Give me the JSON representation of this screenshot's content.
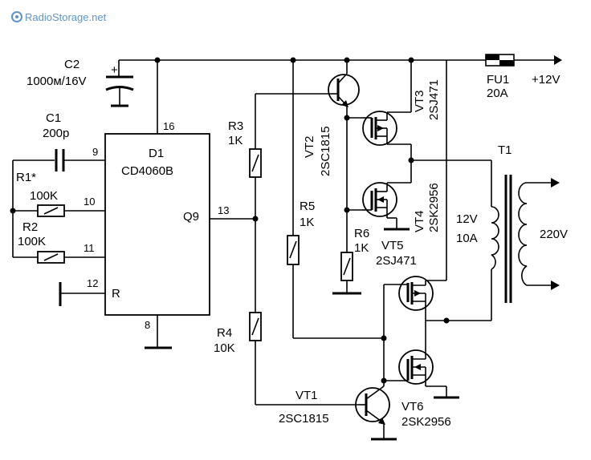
{
  "watermark": {
    "text": "RadioStorage.net",
    "color": "#5f95c6"
  },
  "colors": {
    "ink": "#000000",
    "background": "#ffffff"
  },
  "ic": {
    "ref": "D1",
    "part": "CD4060B",
    "pin_vdd": "16",
    "pin_9": "9",
    "pin_10": "10",
    "pin_11": "11",
    "pin_12": "12",
    "pin_8": "8",
    "pin_13": "13",
    "label_q9": "Q9",
    "label_r": "R"
  },
  "capacitors": {
    "c1": {
      "ref": "C1",
      "value": "200p"
    },
    "c2": {
      "ref": "C2",
      "value": "1000м/16V",
      "polarity": "+"
    }
  },
  "resistors": {
    "r1": {
      "ref": "R1*",
      "value": "100K"
    },
    "r2": {
      "ref": "R2",
      "value": "100K"
    },
    "r3": {
      "ref": "R3",
      "value": "1K"
    },
    "r4": {
      "ref": "R4",
      "value": "10K"
    },
    "r5": {
      "ref": "R5",
      "value": "1K"
    },
    "r6": {
      "ref": "R6",
      "value": "1K"
    }
  },
  "transistors": {
    "vt1": {
      "ref": "VT1",
      "part": "2SC1815"
    },
    "vt2": {
      "ref": "VT2",
      "part": "2SC1815"
    },
    "vt3": {
      "ref": "VT3",
      "part": "2SJ471"
    },
    "vt4": {
      "ref": "VT4",
      "part": "2SK2956"
    },
    "vt5": {
      "ref": "VT5",
      "part": "2SJ471"
    },
    "vt6": {
      "ref": "VT6",
      "part": "2SK2956"
    }
  },
  "fuse": {
    "ref": "FU1",
    "rating": "20A"
  },
  "supply": {
    "label": "+12V"
  },
  "transformer": {
    "ref": "T1",
    "primary_voltage": "12V",
    "primary_current": "10A",
    "secondary_voltage": "220V"
  }
}
